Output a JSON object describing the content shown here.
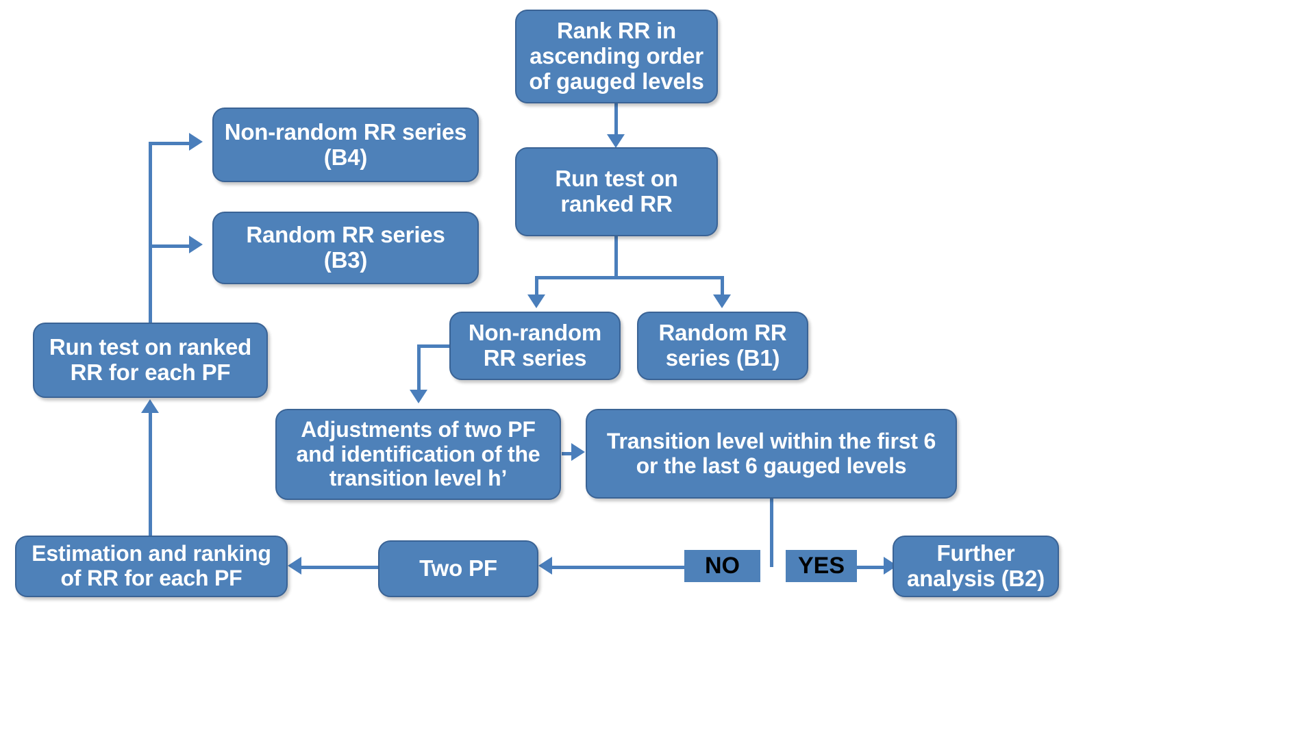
{
  "diagram": {
    "title": "Run test flowchart for ranked RR series analysis",
    "colors": {
      "node_fill": "#4E81B9",
      "node_border": "#3A6395",
      "node_text": "#FFFFFF",
      "connector": "#4A7EBB",
      "label_text": "#000000",
      "background": "#FFFFFF"
    },
    "nodes": [
      {
        "id": "rank-rr",
        "text": "Rank RR in\nascending order\nof gauged levels"
      },
      {
        "id": "run-test-ranked-rr",
        "text": "Run test on\nranked RR"
      },
      {
        "id": "non-random-rr-b4",
        "text": "Non-random RR series\n(B4)"
      },
      {
        "id": "random-rr-b3",
        "text": "Random RR series\n(B3)"
      },
      {
        "id": "run-test-each-pf",
        "text": "Run test on ranked\nRR for each PF"
      },
      {
        "id": "non-random-rr-series",
        "text": "Non-random\nRR series"
      },
      {
        "id": "random-rr-b1",
        "text": "Random RR\nseries (B1)"
      },
      {
        "id": "adjustments-two-pf",
        "text": "Adjustments of two PF\nand identification of the\ntransition level  h’"
      },
      {
        "id": "transition-level-check",
        "text": "Transition level within the first 6\nor the last 6 gauged levels"
      },
      {
        "id": "estimation-ranking",
        "text": "Estimation and ranking\nof RR for each PF"
      },
      {
        "id": "two-pf",
        "text": "Two PF"
      },
      {
        "id": "further-analysis-b2",
        "text": "Further\nanalysis (B2)"
      }
    ],
    "decision_labels": [
      {
        "id": "no-label",
        "text": "NO"
      },
      {
        "id": "yes-label",
        "text": "YES"
      }
    ]
  }
}
